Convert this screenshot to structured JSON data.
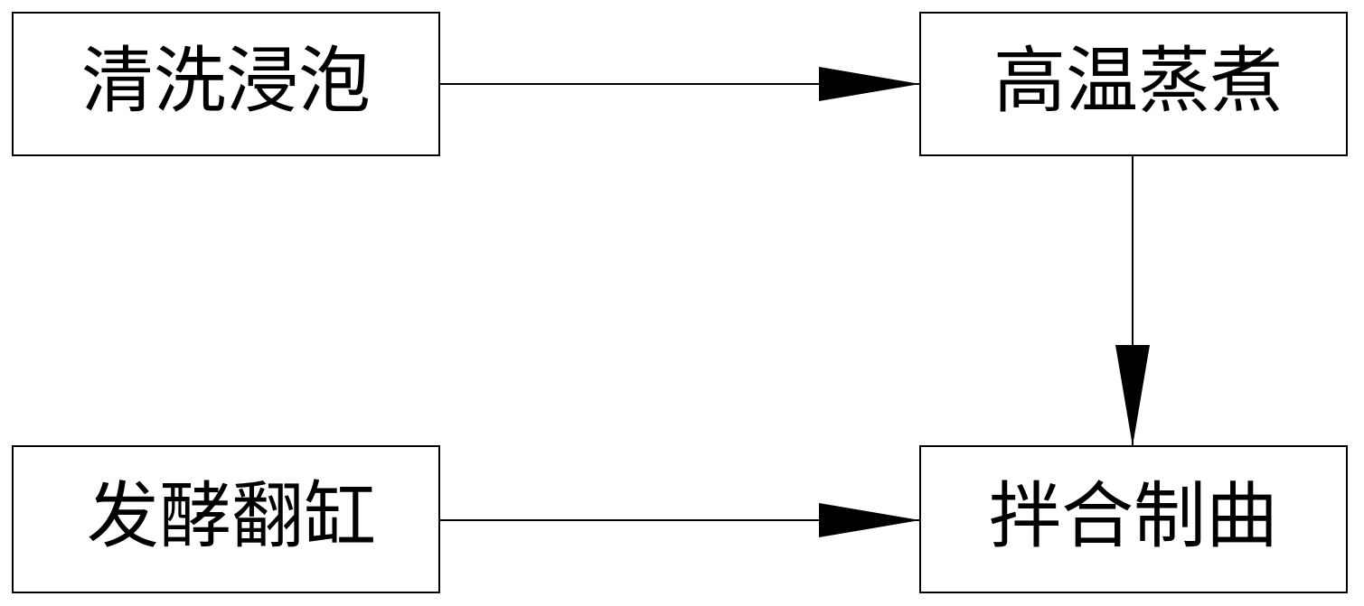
{
  "diagram": {
    "nodes": [
      {
        "id": "wash",
        "label": "清洗浸泡"
      },
      {
        "id": "steam",
        "label": "高温蒸煮"
      },
      {
        "id": "ferment",
        "label": "发酵翻缸"
      },
      {
        "id": "mix",
        "label": "拌合制曲"
      }
    ],
    "edges": [
      {
        "from": "wash",
        "to": "steam"
      },
      {
        "from": "steam",
        "to": "mix"
      },
      {
        "from": "ferment",
        "to": "mix"
      }
    ]
  }
}
